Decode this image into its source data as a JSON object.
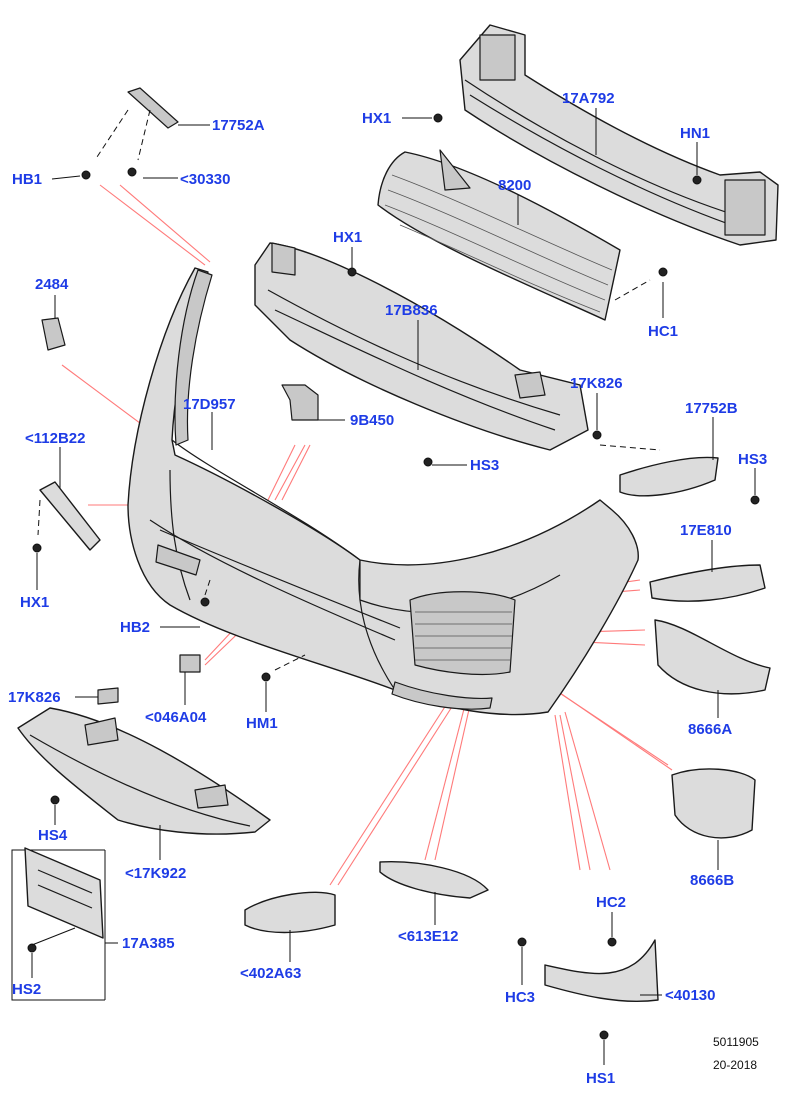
{
  "labels": {
    "p17752a": "17752A",
    "hb1": "HB1",
    "p30330": "<30330",
    "hx1_top": "HX1",
    "p17a792": "17A792",
    "hn1": "HN1",
    "p8200": "8200",
    "hx1_mid": "HX1",
    "p2484": "2484",
    "p17b836": "17B836",
    "hc1": "HC1",
    "p17d957": "17D957",
    "p17k826_top": "17K826",
    "p17752b": "17752B",
    "p112b22": "<112B22",
    "p9b450": "9B450",
    "hs3_left": "HS3",
    "hs3_right": "HS3",
    "p17e810": "17E810",
    "hx1_low": "HX1",
    "hb2": "HB2",
    "p8666a": "8666A",
    "p046a04": "<046A04",
    "hm1": "HM1",
    "p17k826_low": "17K826",
    "hs4": "HS4",
    "p17k922": "<17K922",
    "p8666b": "8666B",
    "hc2": "HC2",
    "p613e12": "<613E12",
    "p17a385": "17A385",
    "hs2": "HS2",
    "p402a63": "<402A63",
    "hc3": "HC3",
    "p40130": "<40130",
    "hs1": "HS1"
  },
  "footer": {
    "ref_number": "5011905",
    "date_code": "20-2018"
  },
  "colors": {
    "label": "#1e3ce6",
    "callout_line": "#ff7a7a",
    "part_fill": "#dcdcdc",
    "outline": "#1a1a1a"
  }
}
